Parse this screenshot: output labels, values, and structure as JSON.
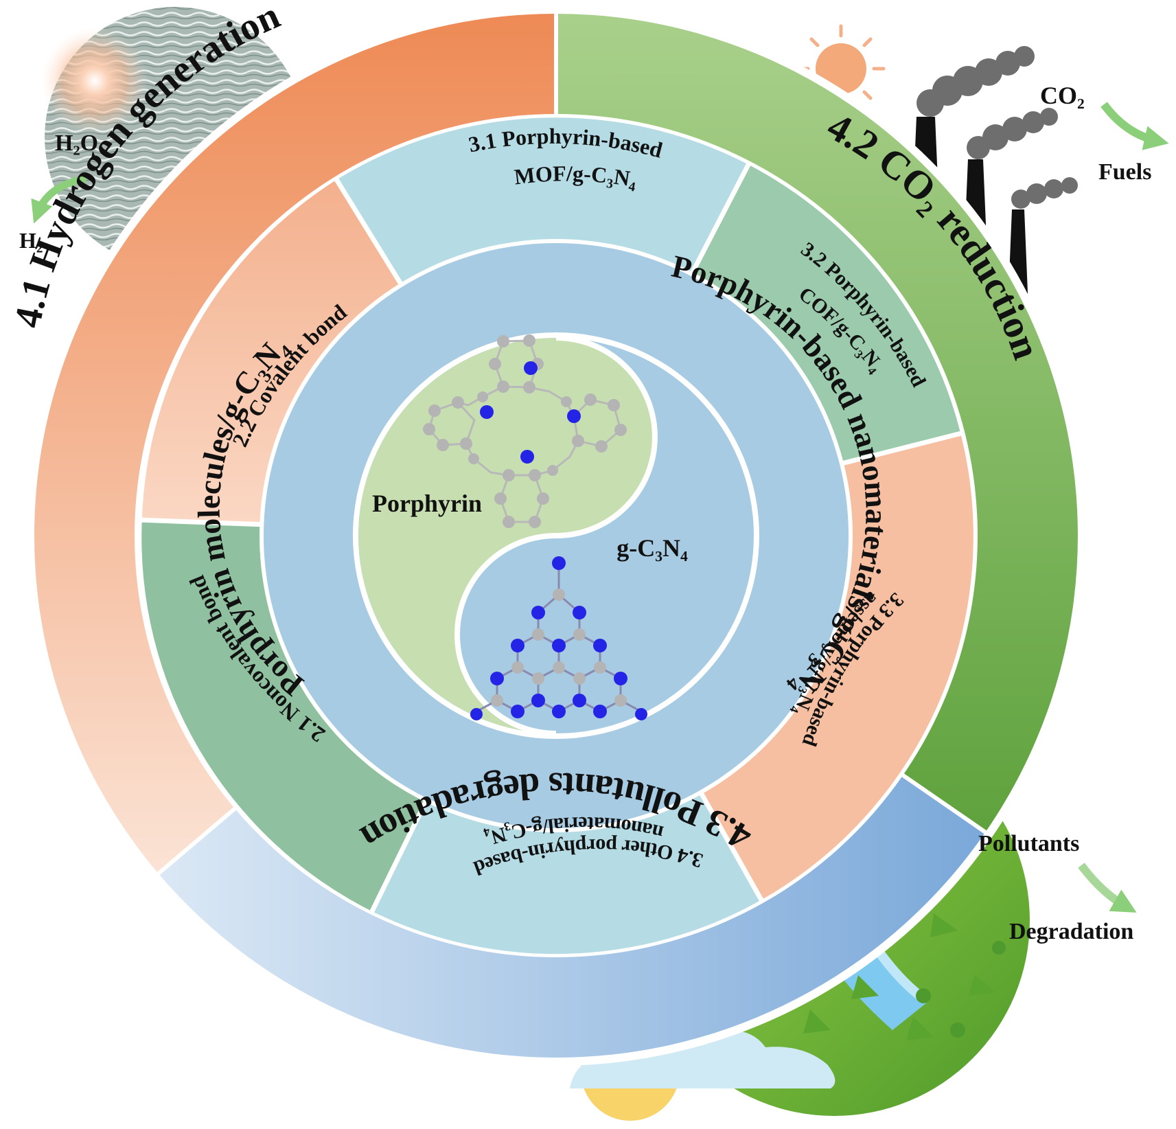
{
  "corner_labels": {
    "water": "H₂O",
    "hydrogen": "H₂",
    "co2": "CO₂",
    "fuels": "Fuels",
    "pollutants": "Pollutants",
    "degradation": "Degradation"
  },
  "outer_ring": {
    "hydrogen_generation": "4.1 Hydrogen generation",
    "co2_reduction": "4.2 CO₂ reduction",
    "pollutants_degradation": "4.3 Pollutants degradation"
  },
  "middle_ring": {
    "mof": [
      "3.1 Porphyrin-based",
      "MOF/g-C₃N₄"
    ],
    "cof": [
      "3.2 Porphyrin-based",
      "COF/g-C₃N₄"
    ],
    "assembly": [
      "3.3 Porphyrin-based",
      "assembly/g-C₃N₄"
    ],
    "other": [
      "3.4 Other porphyrin-based",
      "nanomaterial/g-C₃N₄"
    ],
    "noncovalent": "2.1 Noncovalent bond",
    "covalent": "2.2 Covalent bond"
  },
  "inner_ring": {
    "molecules": "Porphyrin molecules/g-C₃N₄",
    "nanomaterials": "Porphyrin-based nanomaterials/g-C₃N₄"
  },
  "center": {
    "porphyrin": "Porphyrin",
    "gcn": "g-C₃N₄"
  },
  "colors": {
    "hydrogen_sector": "#ef9764",
    "co2_sector": "#79b757",
    "pollutant_sector": "#8fb5de",
    "mof_sector": "#b5dbe4",
    "cof_sector": "#9ccaad",
    "assembly_sector": "#f7bfa1",
    "other_sector": "#b5dbe4",
    "noncovalent_sector": "#8fc09f",
    "covalent_sector": "#f5c2a4",
    "inner_ring": "#a7cbe2",
    "porphyrin_half": "#c7dfb0",
    "gcn_half": "#a7cbe2",
    "carbon_atom": "#b4b4b4",
    "nitrogen_atom": "#2424e6"
  }
}
